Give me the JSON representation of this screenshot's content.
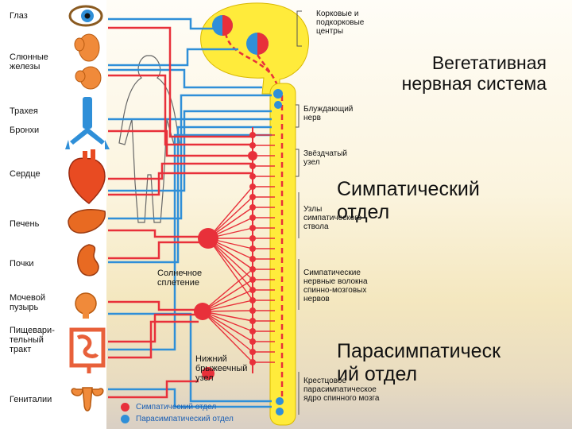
{
  "organs": [
    {
      "label": "Глаз",
      "icon": "eye-icon"
    },
    {
      "label": "Слюнные\nжелезы",
      "icon": "salivary-gland-icon"
    },
    {
      "label": "Трахея",
      "icon": "trachea-icon"
    },
    {
      "label": "Бронхи",
      "icon": "bronchi-icon"
    },
    {
      "label": "Сердце",
      "icon": "heart-icon"
    },
    {
      "label": "Печень",
      "icon": "liver-icon"
    },
    {
      "label": "Почки",
      "icon": "kidney-icon"
    },
    {
      "label": "Мочевой\nпузырь",
      "icon": "bladder-icon"
    },
    {
      "label": "Пищевари-\nтельный\nтракт",
      "icon": "intestine-icon"
    },
    {
      "label": "Гениталии",
      "icon": "genitals-icon"
    }
  ],
  "right_labels": {
    "cortical": "Корковые и\nподкорковые\nцентры",
    "vagus": "Блуждающий\nнерв",
    "stellate": "Звёздчатый\nузел",
    "trunk_nodes": "Узлы\nсимпатического\nствола",
    "sympathetic_fibers": "Симпатические\nнервные волокна\nспинно-мозговых\nнервов",
    "sacral": "Крестцовое\nпарасимпатическое\nядро спинного мозга"
  },
  "inner_labels": {
    "solar": "Солнечное\nсплетение",
    "mesenteric": "Нижний\nбрыжеечный\nузел"
  },
  "legend": {
    "sympathetic": "Симпатический отдел",
    "parasympathetic": "Парасимпатический отдел"
  },
  "overlay": {
    "title": "Вегетативная\nнервная система",
    "sympathetic": "Симпатический\nотдел",
    "parasympathetic": "Парасимпатическ\nий отдел"
  },
  "colors": {
    "sympathetic": "#e8303a",
    "parasympathetic": "#2f8fd8",
    "brain": "#ffeb3b",
    "organ": "#f08a3a"
  }
}
